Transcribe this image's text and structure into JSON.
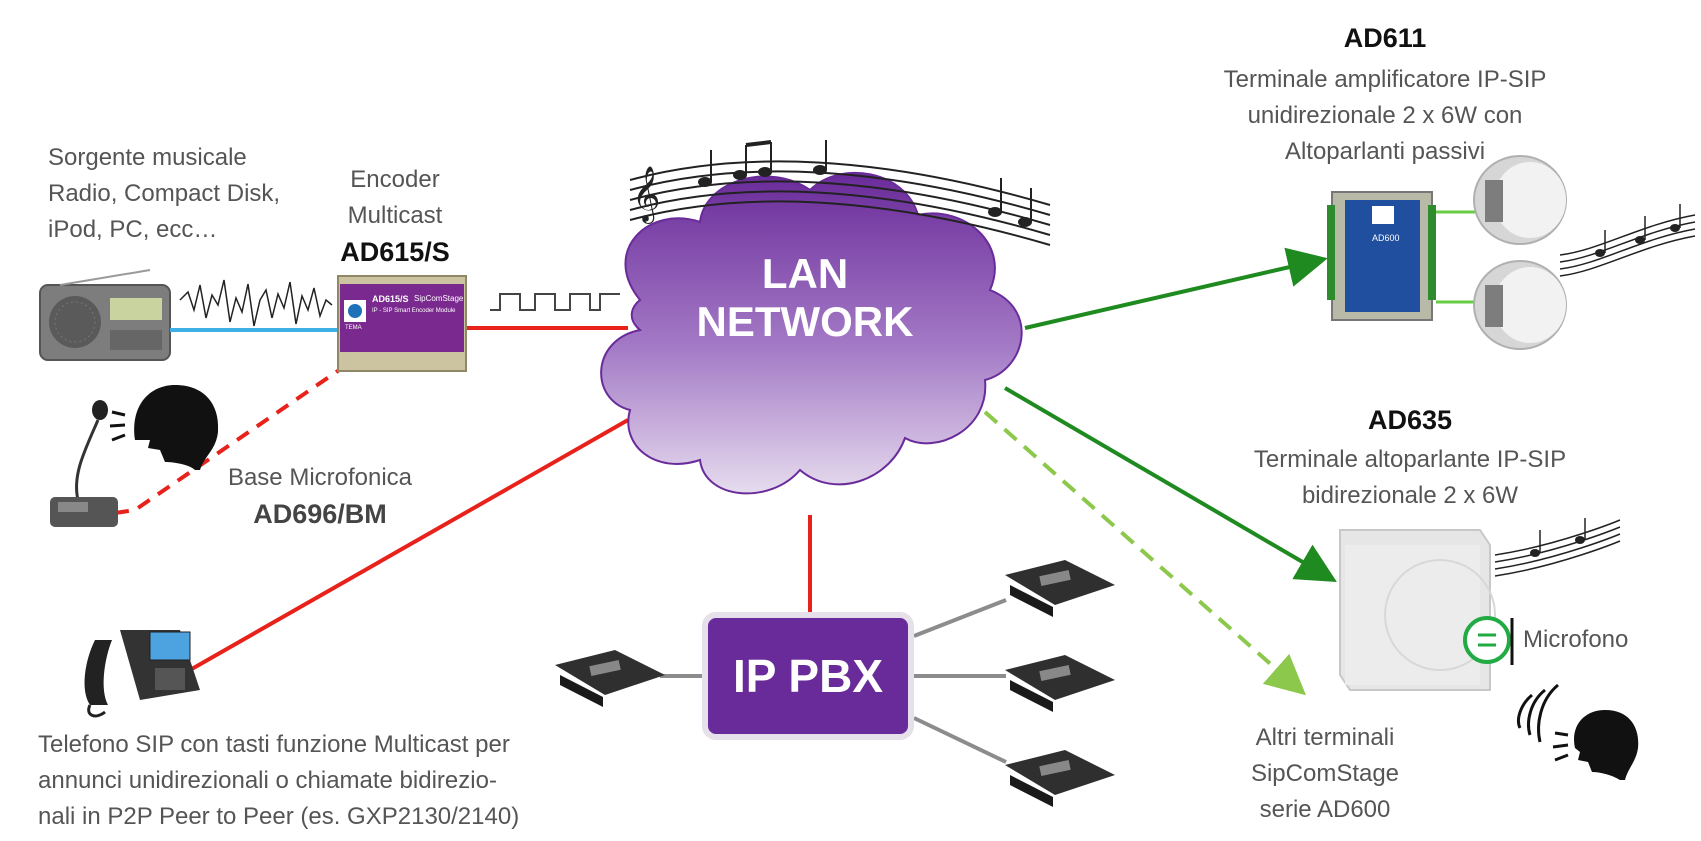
{
  "source": {
    "lines": [
      "Sorgente musicale",
      "Radio, Compact Disk,",
      "iPod, PC, ecc…"
    ]
  },
  "encoder": {
    "lines": [
      "Encoder",
      "Multicast"
    ],
    "model": "AD615/S",
    "device_text": [
      "AD615/S",
      "SipComStage",
      "IP - SIP Smart Encoder Module",
      "TEMA"
    ]
  },
  "microphone_base": {
    "name": "Base Microfonica",
    "model": "AD696/BM"
  },
  "lan": {
    "line1": "LAN",
    "line2": "NETWORK"
  },
  "pbx": {
    "label": "IP PBX"
  },
  "ad611": {
    "model": "AD611",
    "lines": [
      "Terminale amplificatore IP-SIP",
      "unidirezionale 2 x 6W con",
      "Altoparlanti passivi"
    ],
    "device_text": [
      "AD600"
    ]
  },
  "ad635": {
    "model": "AD635",
    "lines": [
      "Terminale altoparlante IP-SIP",
      "bidirezionale 2 x 6W"
    ],
    "mic_label": "Microfono"
  },
  "others": {
    "lines": [
      "Altri terminali",
      "SipComStage",
      "serie AD600"
    ]
  },
  "phone": {
    "lines": [
      "Telefono SIP con tasti funzione Multicast per",
      "annunci unidirezionali o chiamate bidirezio-",
      "nali in P2P Peer to Peer (es. GXP2130/2140)"
    ]
  },
  "colors": {
    "purple": "#6a2b9a",
    "cloud_light": "#e4d6ef",
    "red_link": "#e8221b",
    "green_link": "#1f8a1f",
    "light_green_link": "#8cc84b",
    "audio_blue": "#3fb0e6",
    "gray_link": "#8c8c8c"
  },
  "icons": [
    "radio-icon",
    "waveform-icon",
    "square-wave-icon",
    "music-notes-icon",
    "gooseneck-microphone-icon",
    "speaking-head-icon",
    "ip-phone-icon",
    "desk-phone-icon",
    "ceiling-speaker-icon",
    "wall-speaker-icon",
    "sound-waves-icon"
  ]
}
